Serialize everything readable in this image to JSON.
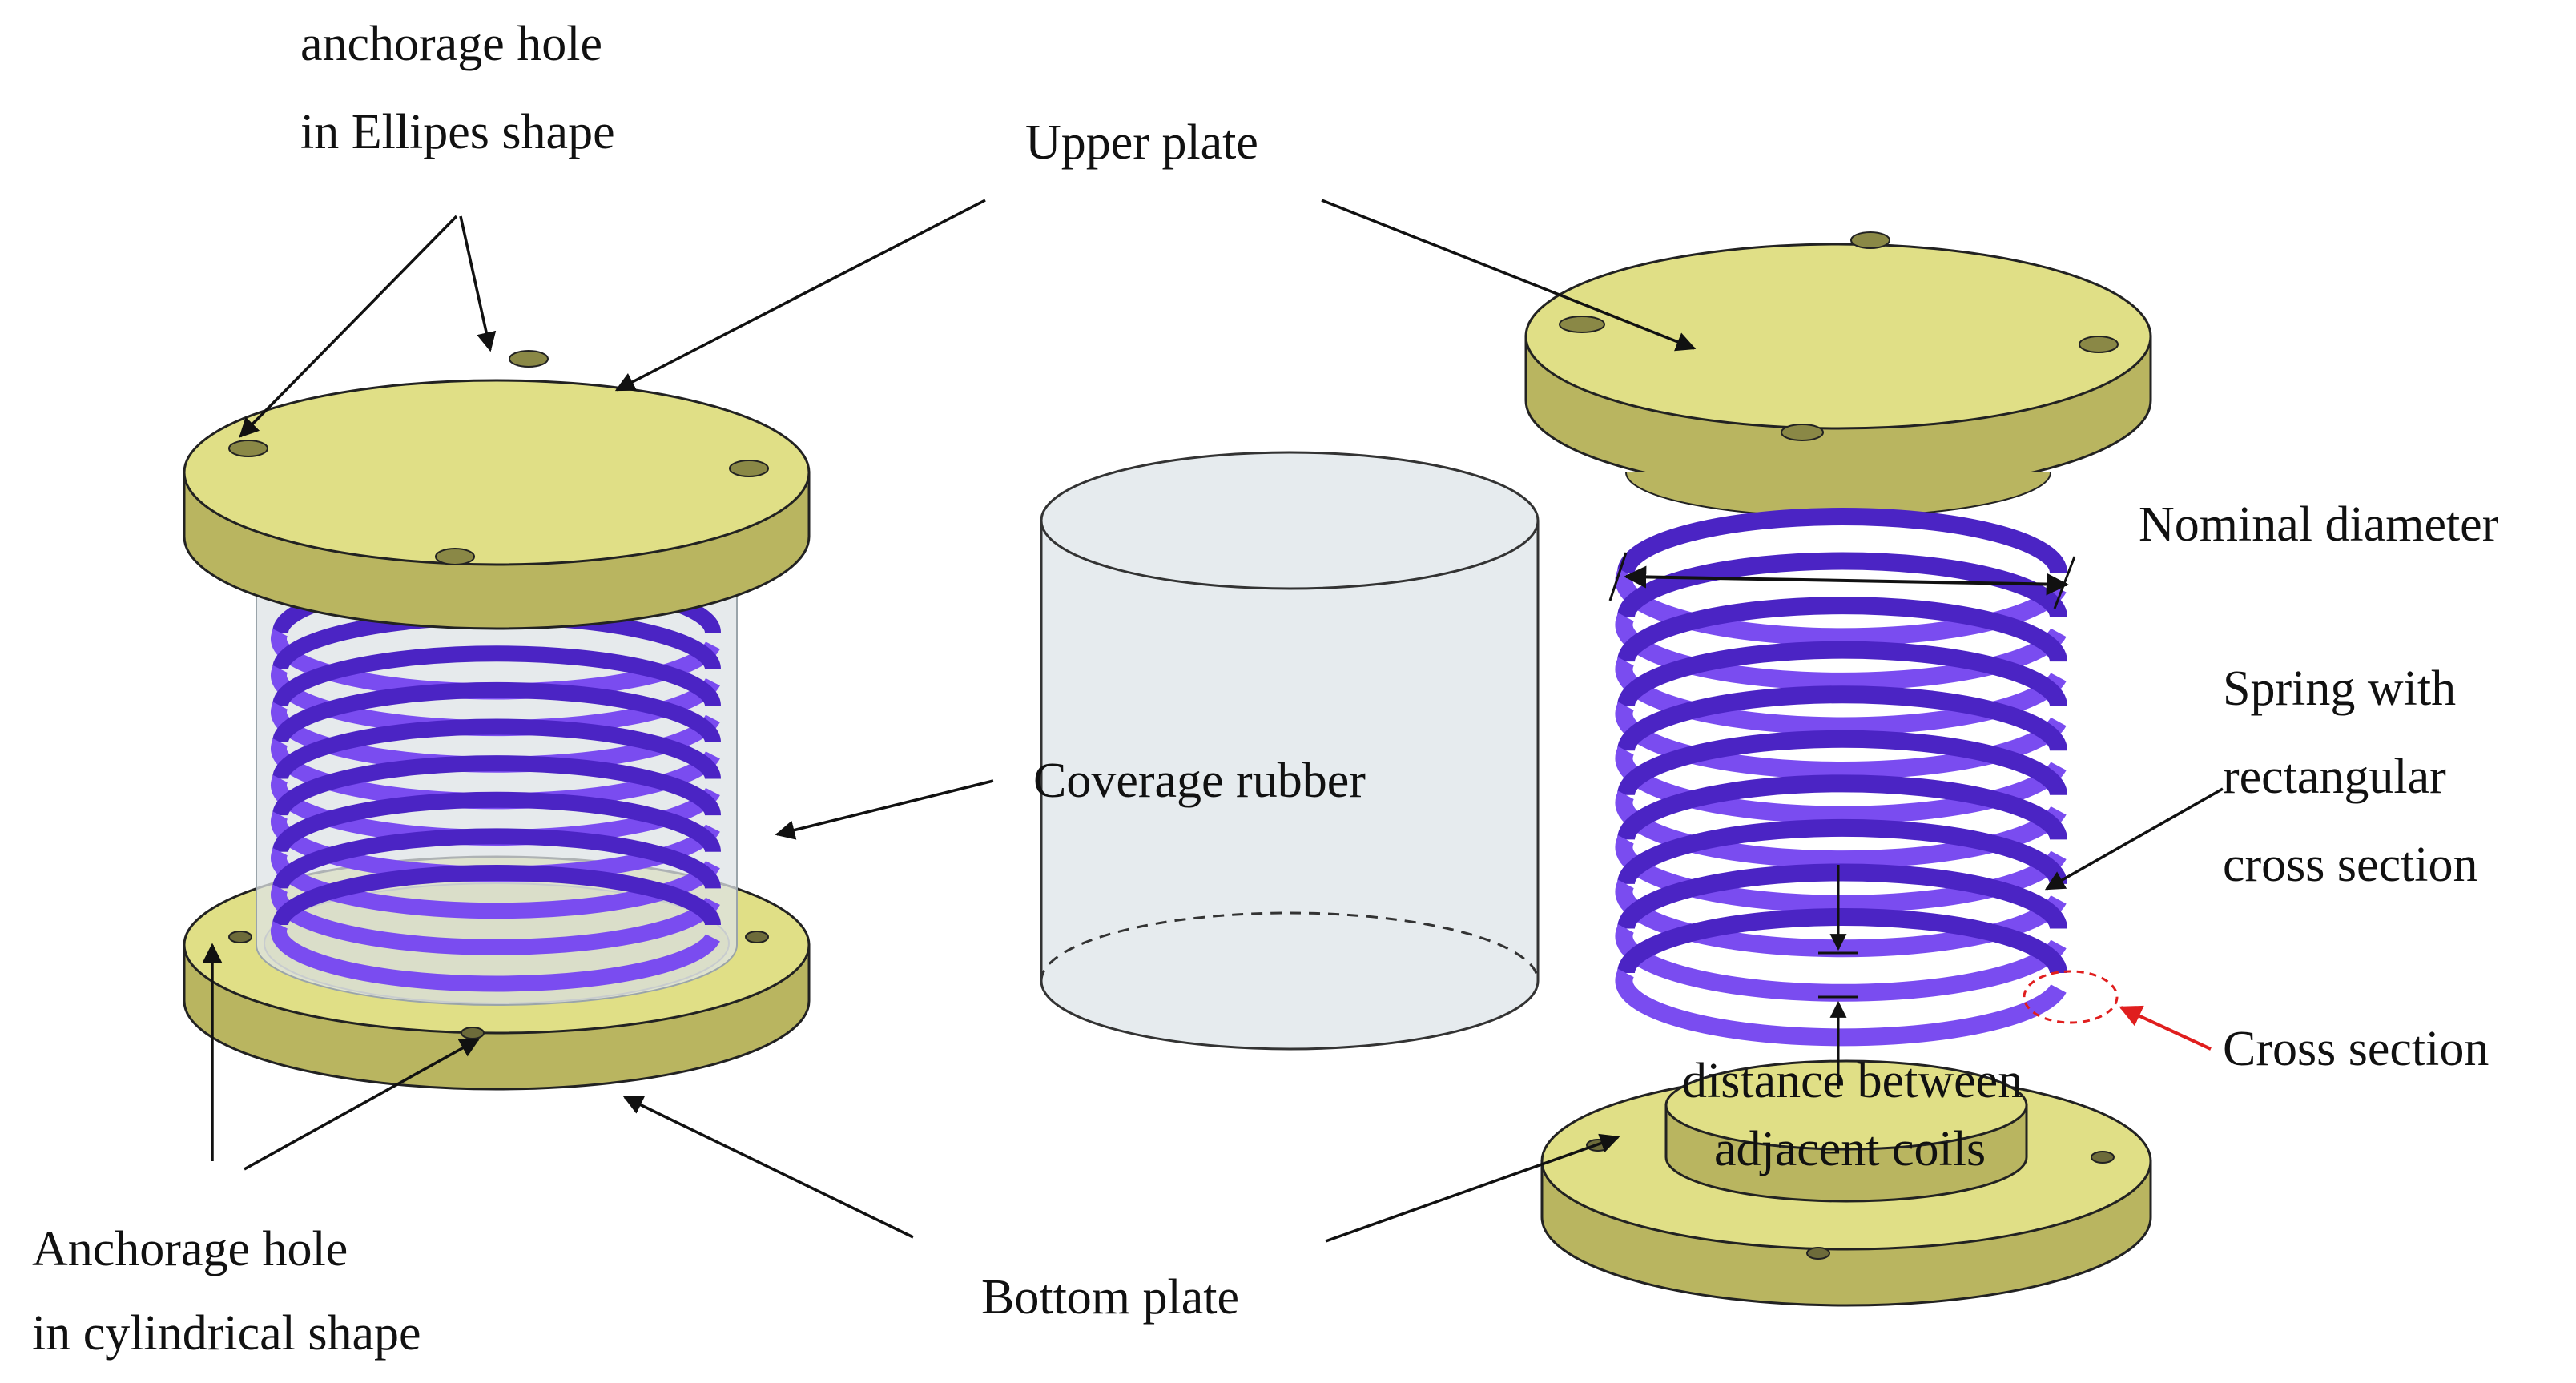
{
  "labels": {
    "anchorage_ellipse_line1": "anchorage hole",
    "anchorage_ellipse_line2": "in Ellipes shape",
    "upper_plate": "Upper plate",
    "coverage_rubber": "Coverage rubber",
    "nominal_diameter": "Nominal diameter",
    "spring_line1": "Spring with",
    "spring_line2": "rectangular",
    "spring_line3": "cross section",
    "cross_section": "Cross section",
    "distance_line1": "distance between",
    "distance_line2": "adjacent coils",
    "anchorage_cyl_line1": "Anchorage hole",
    "anchorage_cyl_line2": "in cylindrical shape",
    "bottom_plate": "Bottom plate"
  },
  "colors": {
    "plate_top": "#e0df86",
    "plate_side": "#b9b560",
    "plate_inner": "#cfcd74",
    "spring": "#7a4cf0",
    "spring_dark": "#4b24c4",
    "rubber": "#e6ebee",
    "rubber_edge": "#7f8a90",
    "arrow": "#111111",
    "highlight": "#e01e1e"
  }
}
